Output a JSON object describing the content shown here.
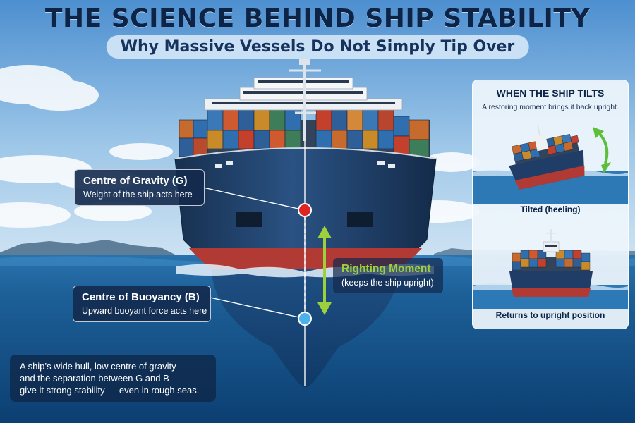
{
  "title": "THE SCIENCE BEHIND SHIP STABILITY",
  "subtitle": "Why Massive Vessels Do Not Simply Tip Over",
  "callouts": {
    "gravity": {
      "heading": "Centre of Gravity (G)",
      "text": "Weight of the ship acts here"
    },
    "buoyancy": {
      "heading": "Centre of Buoyancy (B)",
      "text": "Upward buoyant force acts here"
    },
    "righting": {
      "heading": "Righting Moment",
      "text": "(keeps the ship upright)"
    }
  },
  "note": {
    "lines": [
      "A ship’s wide hull, low centre of gravity",
      "and the separation between G and B",
      "give it strong stability — even in rough seas."
    ]
  },
  "panel": {
    "title": "WHEN THE SHIP TILTS",
    "subtitle": "A restoring moment brings it back upright.",
    "tilted_caption": "Tilted (heeling)",
    "upright_caption": "Returns to upright position"
  },
  "colors": {
    "sky_top": "#4d8fd0",
    "sea_surface": "#2a72ad",
    "sea_deep": "#0c3f72",
    "hull": "#1f3d66",
    "hull_waterline": "#b23a34",
    "gravity_dot": "#e02424",
    "buoyancy_dot": "#4bb2ee",
    "righting_arrow": "#9cd13c",
    "title_text": "#0d2447"
  }
}
